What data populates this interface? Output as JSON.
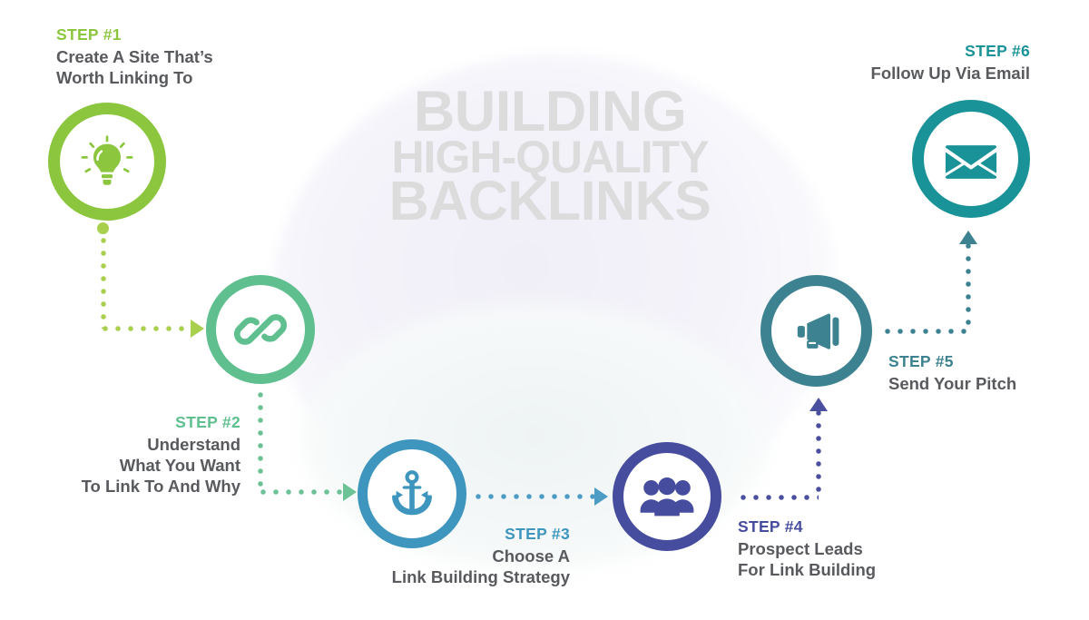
{
  "title": {
    "line1": "BUILDING",
    "line2": "HIGH-QUALITY",
    "line3": "BACKLINKS",
    "color": "#dcdcdc"
  },
  "steps": [
    {
      "number": "STEP #1",
      "description": "Create A Site That’s\nWorth Linking To",
      "icon": "lightbulb-icon",
      "color": "#8CC63F",
      "align": "left"
    },
    {
      "number": "STEP #2",
      "description": "Understand\nWhat You Want\nTo Link To And Why",
      "icon": "link-chain-icon",
      "color": "#5FBF8F",
      "align": "right"
    },
    {
      "number": "STEP #3",
      "description": "Choose A\nLink Building Strategy",
      "icon": "anchor-icon",
      "color": "#3E96BE",
      "align": "right"
    },
    {
      "number": "STEP #4",
      "description": "Prospect Leads\nFor Link Building",
      "icon": "people-group-icon",
      "color": "#464C9E",
      "align": "left"
    },
    {
      "number": "STEP #5",
      "description": "Send Your Pitch",
      "icon": "megaphone-icon",
      "color": "#3D8291",
      "align": "left"
    },
    {
      "number": "STEP #6",
      "description": "Follow Up Via Email",
      "icon": "envelope-icon",
      "color": "#1A9398",
      "align": "right"
    }
  ],
  "connectors": [
    {
      "name": "connector-1-to-2",
      "color": "#A9CF4E"
    },
    {
      "name": "connector-2-to-3",
      "color": "#6CC295"
    },
    {
      "name": "connector-3-to-4",
      "color": "#4C9CC4"
    },
    {
      "name": "connector-4-to-5",
      "color": "#4A4FA0"
    },
    {
      "name": "connector-5-to-6",
      "color": "#3D8291"
    }
  ]
}
